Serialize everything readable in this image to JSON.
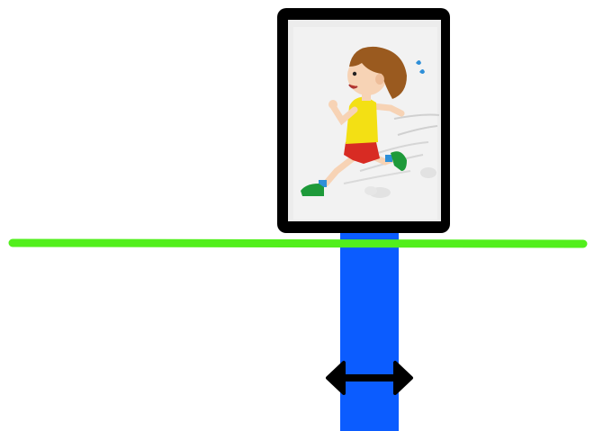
{
  "scene": {
    "background": "#ffffff",
    "post": {
      "name": "blue-post",
      "color": "#0b5cff"
    },
    "ground_line": {
      "name": "green-line",
      "color": "#52ef1c"
    },
    "sign": {
      "frame_color": "#000000",
      "panel_color": "#ececec",
      "picture": "running-boy-illustration"
    },
    "arrow": {
      "name": "double-arrow-icon",
      "color": "#000000"
    },
    "runner_colors": {
      "hair": "#9a5a1f",
      "skin": "#f7d3b5",
      "shirt": "#f3e014",
      "shorts": "#d82b23",
      "shoes": "#1e9a3a",
      "socks": "#2e8fd8"
    }
  }
}
